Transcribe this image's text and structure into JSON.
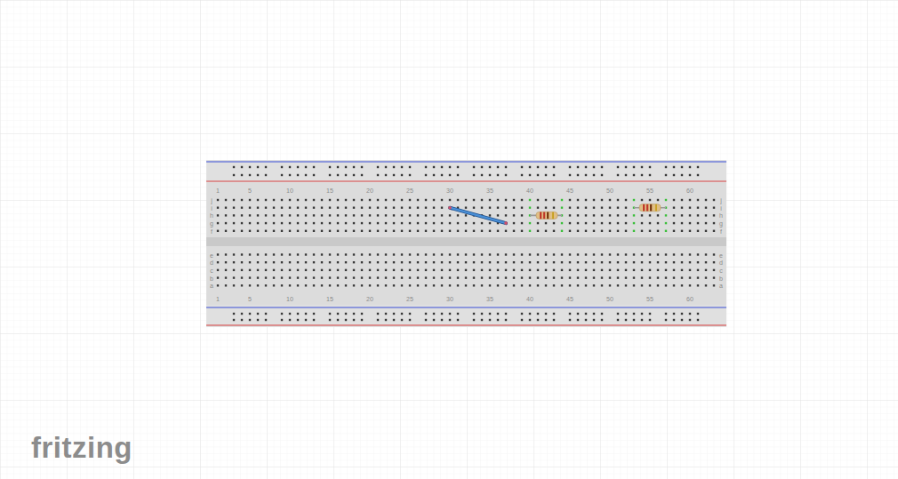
{
  "diagram": {
    "labels": [
      "1",
      "5",
      "10",
      "15",
      "20",
      "25",
      "30",
      "35",
      "40",
      "45",
      "50",
      "55",
      "60",
      "j",
      "i",
      "h",
      "g",
      "f",
      "e",
      "d",
      "c",
      "b",
      "a",
      "j",
      "i",
      "h",
      "g",
      "f",
      "e",
      "d",
      "c",
      "b",
      "a",
      "1",
      "5",
      "10",
      "15",
      "20",
      "25",
      "30",
      "35",
      "40",
      "45",
      "50",
      "55",
      "60",
      "fritzing"
    ]
  }
}
